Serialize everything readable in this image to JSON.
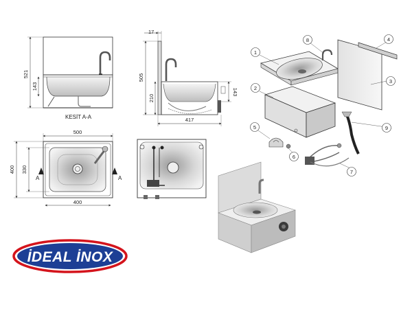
{
  "dimensions": {
    "top_width": "500",
    "total_height": "521",
    "bowl_depth": "143",
    "backsplash_thickness": "17",
    "side_height": "505",
    "knee_panel_height": "210",
    "side_bowl_depth": "143",
    "side_depth": "417",
    "plan_depth": "400",
    "plan_inner_depth": "330",
    "plan_inner_width": "400"
  },
  "labels": {
    "section_title": "KESİT A-A",
    "section_marker": "A"
  },
  "callouts": [
    "1",
    "2",
    "3",
    "4",
    "5",
    "6",
    "7",
    "8",
    "9"
  ],
  "brand": {
    "name": "İDEAL İNOX",
    "color": "#1d3f95",
    "border_color": "#d4141c"
  }
}
